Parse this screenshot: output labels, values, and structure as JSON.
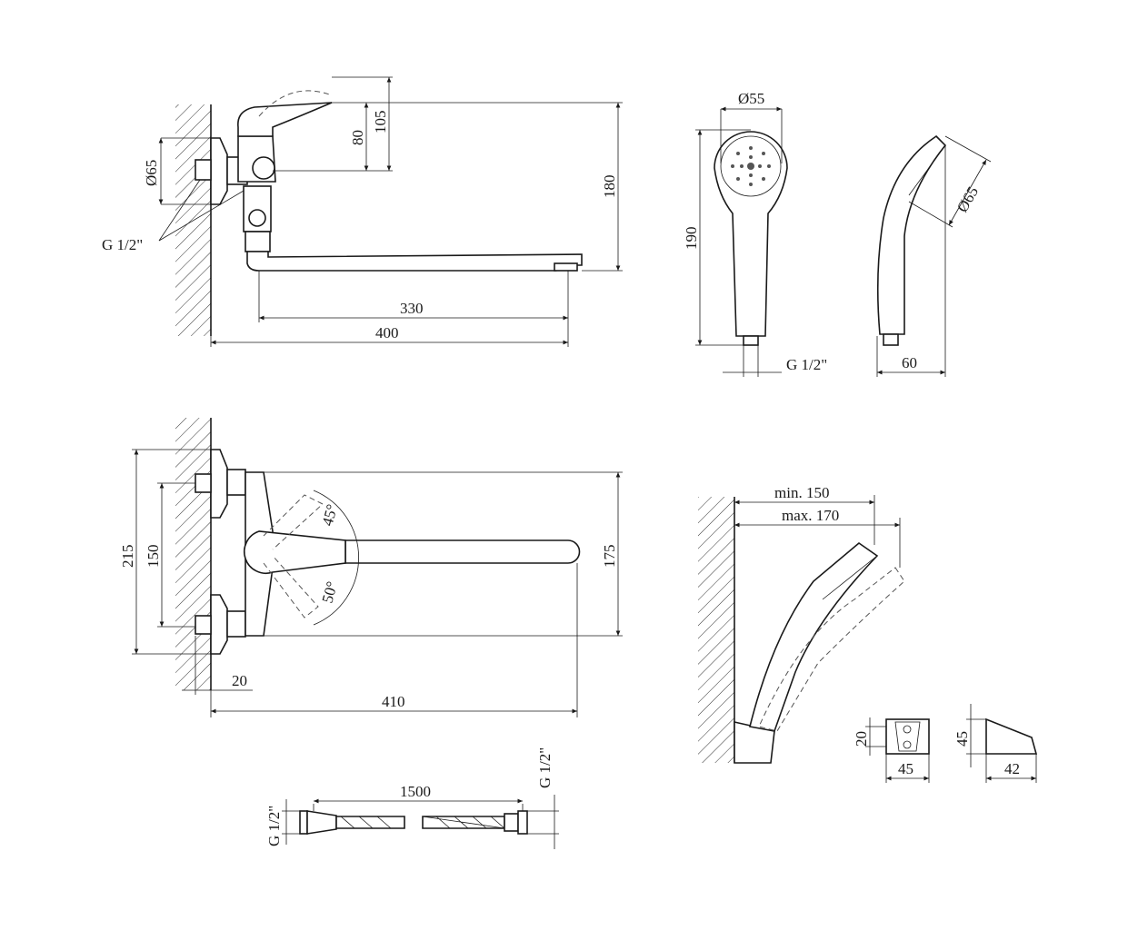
{
  "faucet_side": {
    "d_flange": "Ø65",
    "thread": "G 1/2\"",
    "h80": "80",
    "h105": "105",
    "h180": "180",
    "l330": "330",
    "l400": "400"
  },
  "shower_front": {
    "d_head": "Ø55",
    "h190": "190",
    "thread": "G 1/2\""
  },
  "shower_side": {
    "d_head": "Ø65",
    "w60": "60"
  },
  "faucet_top": {
    "h215": "215",
    "h150": "150",
    "angle_up": "45°",
    "angle_down": "50°",
    "h175": "175",
    "off20": "20",
    "l410": "410"
  },
  "holder_install": {
    "min": "min. 150",
    "max": "max. 170"
  },
  "holder_front": {
    "h20": "20",
    "w45": "45"
  },
  "holder_side": {
    "h45": "45",
    "w42": "42"
  },
  "hose": {
    "length": "1500",
    "thread_left": "G 1/2\"",
    "thread_right": "G 1/2\""
  }
}
